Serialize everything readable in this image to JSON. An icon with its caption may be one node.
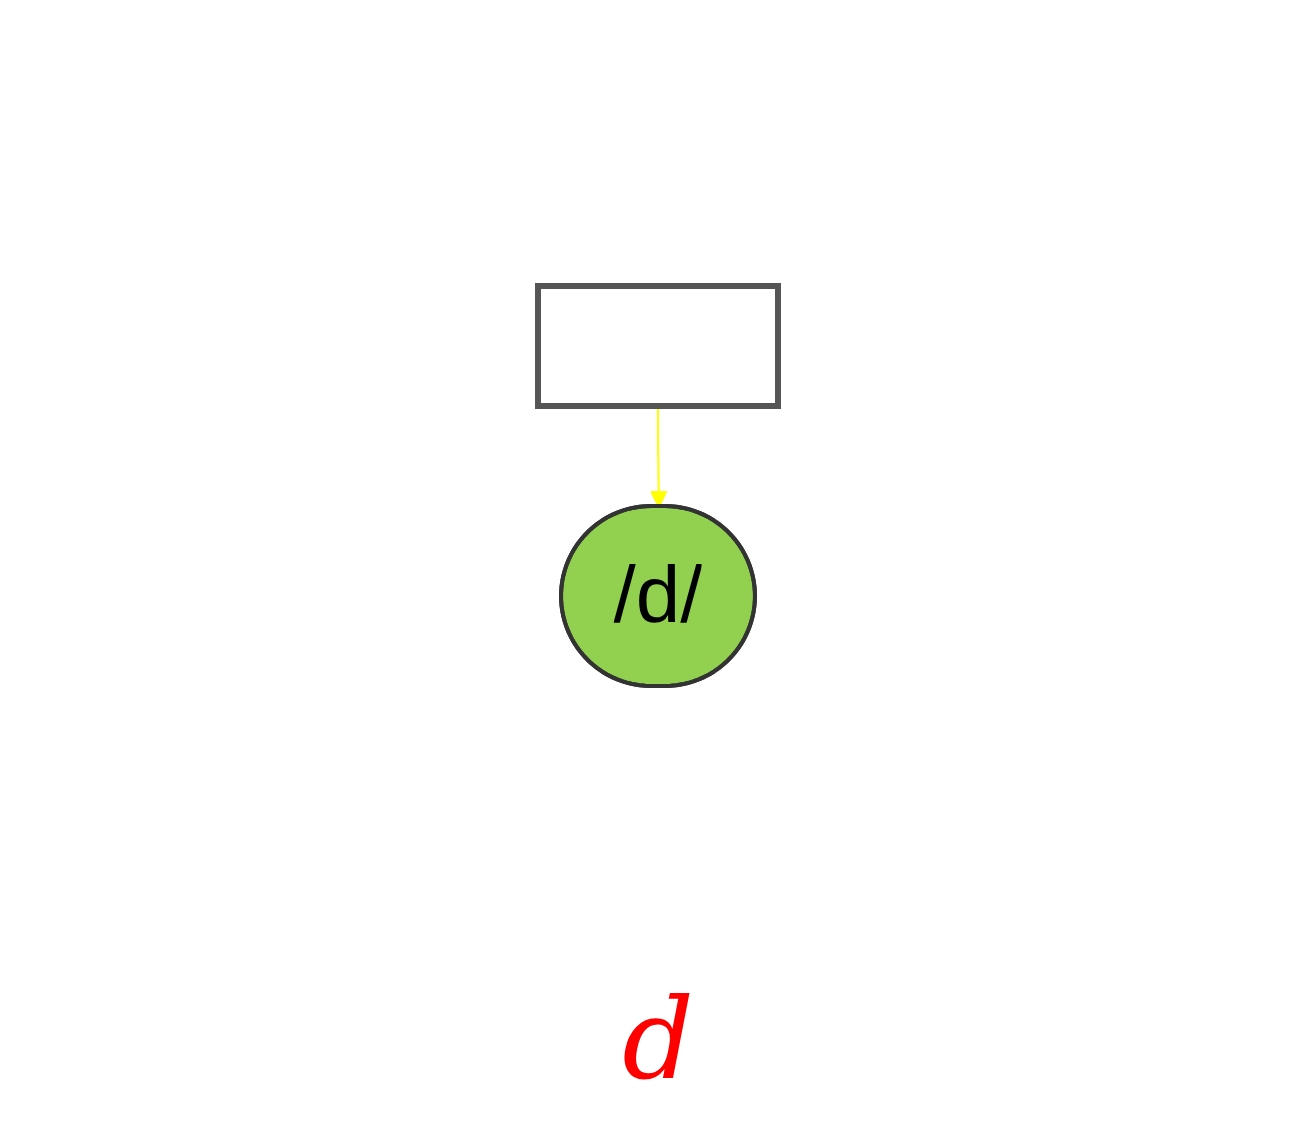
{
  "diagram": {
    "nodes": [
      {
        "text": [],
        "shape": "box"
      },
      {
        "text": [
          "/d/"
        ]
      }
    ],
    "edges": [
      {
        "from": 0,
        "to": 1,
        "arrow": "to",
        "color": "#ffff00"
      }
    ],
    "labels": [
      "d"
    ]
  }
}
